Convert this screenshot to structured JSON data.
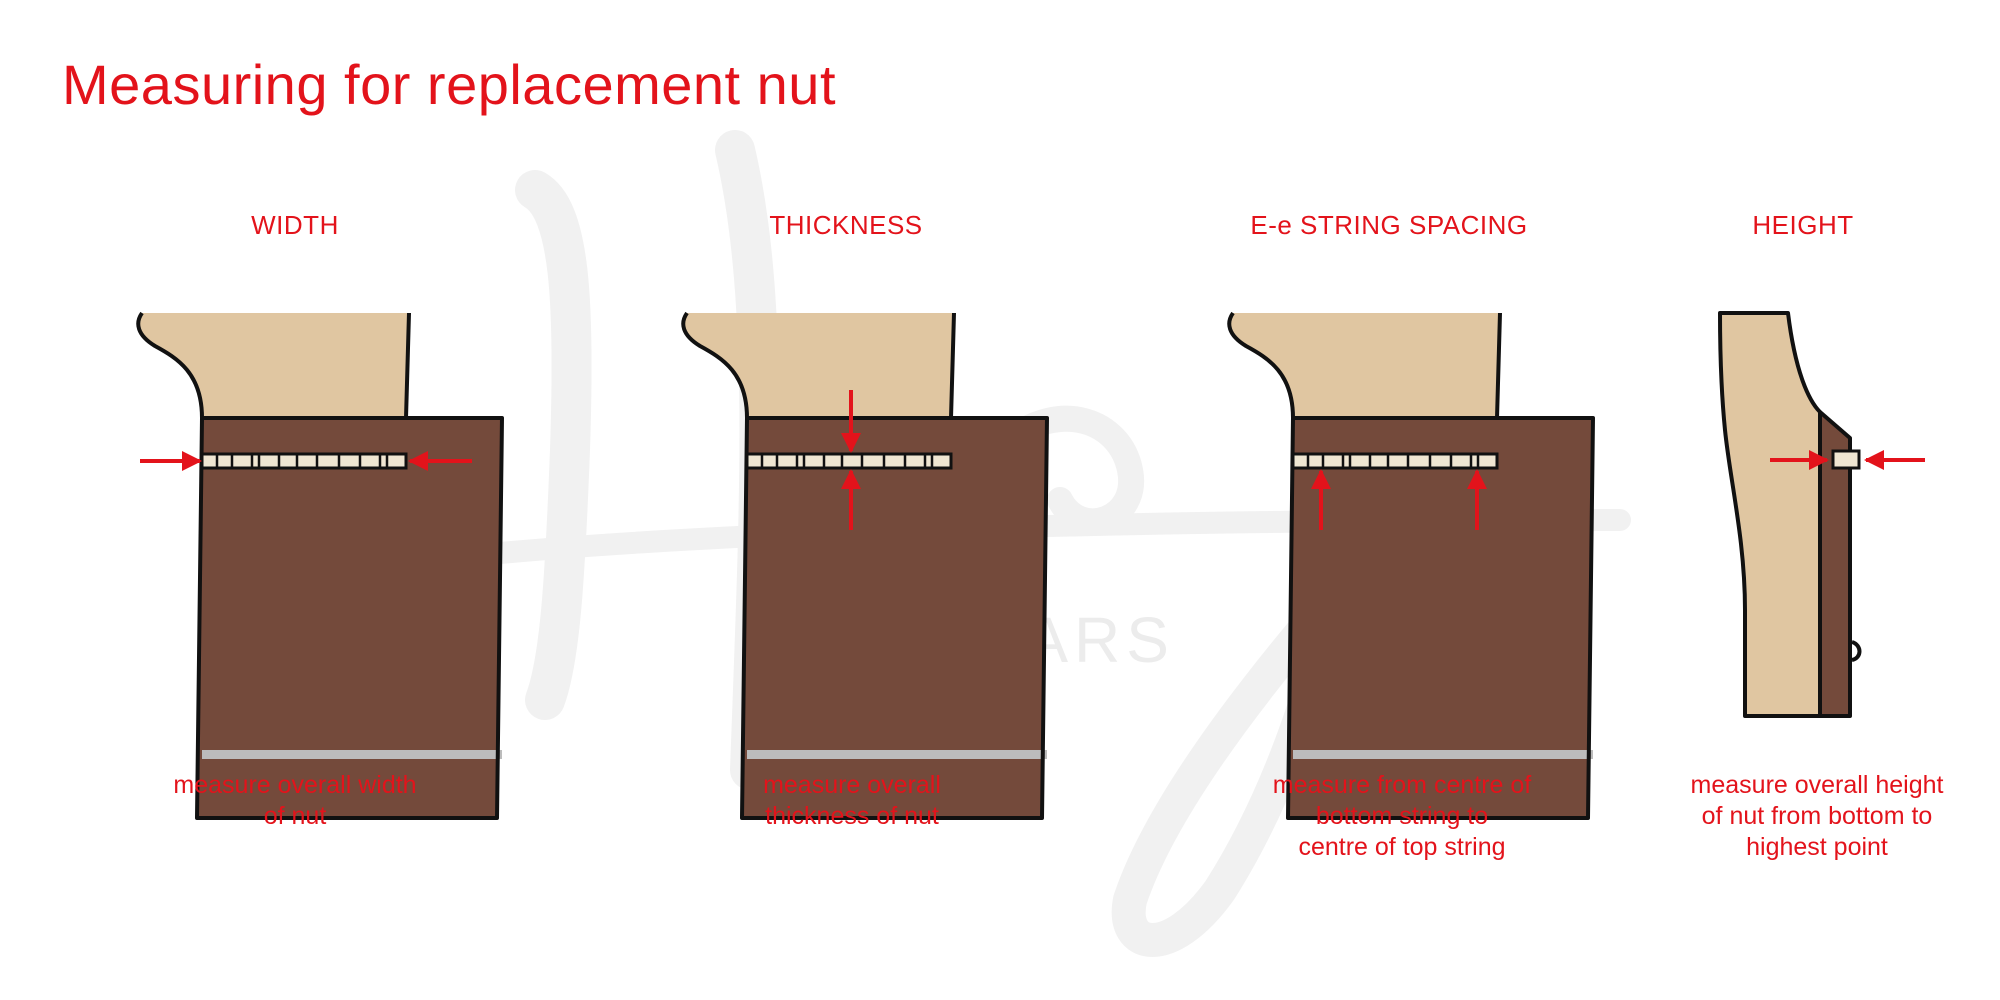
{
  "title": "Measuring for replacement nut",
  "watermark": {
    "text": "TARS"
  },
  "colors": {
    "accent": "#e3131b",
    "headstock": "#e0c6a1",
    "fretboard": "#744a3b",
    "nut": "#efe6d2",
    "fret": "#bcbcbc",
    "outline": "#111111",
    "watermark": "#f1f1f1"
  },
  "panels": [
    {
      "id": "width",
      "heading": "WIDTH",
      "caption_lines": [
        "measure overall width",
        "of nut"
      ]
    },
    {
      "id": "thickness",
      "heading": "THICKNESS",
      "caption_lines": [
        "measure overall",
        "thickness of nut"
      ]
    },
    {
      "id": "spacing",
      "heading": "E-e STRING SPACING",
      "caption_lines": [
        "measure from centre of",
        "bottom string to",
        "centre of top string"
      ]
    },
    {
      "id": "height",
      "heading": "HEIGHT",
      "caption_lines": [
        "measure overall height",
        "of nut from bottom to",
        "highest point"
      ]
    }
  ]
}
